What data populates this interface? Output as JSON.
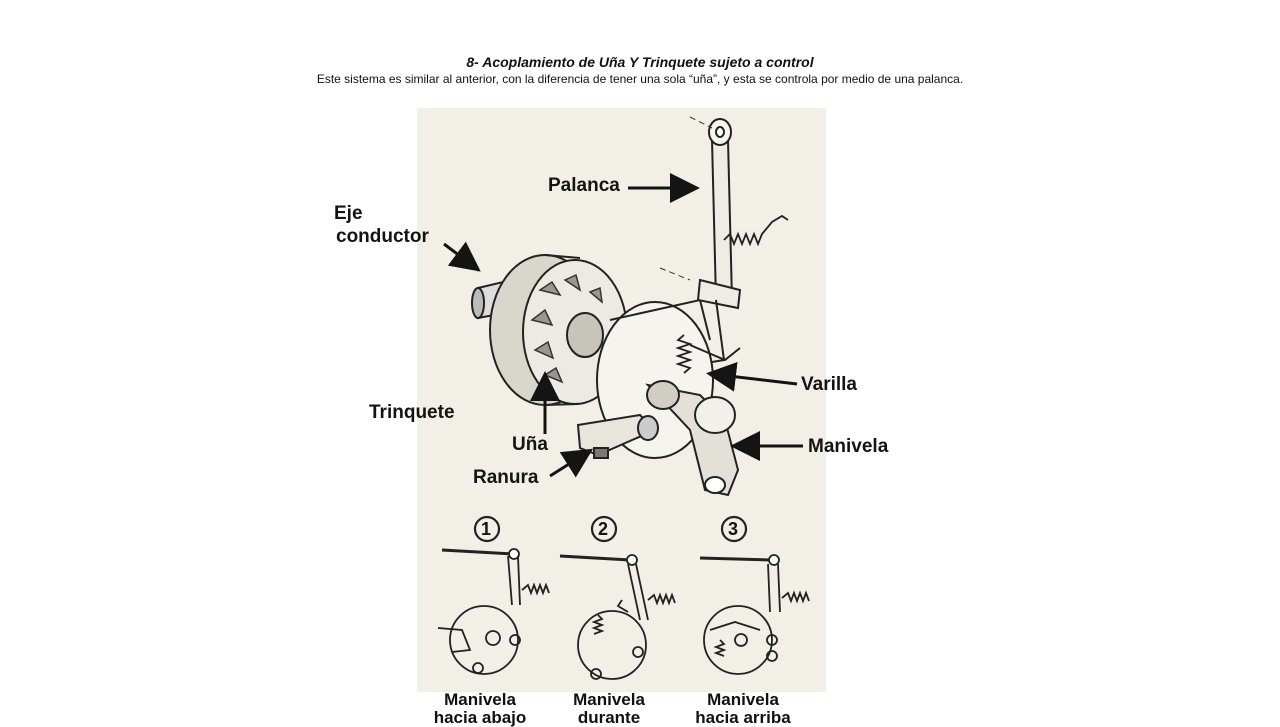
{
  "header": {
    "title": "8- Acoplamiento de Uña Y Trinquete sujeto a control",
    "subtitle": "Este sistema es similar al anterior, con la diferencia de tener una sola “uña”, y esta se controla por medio de una palanca."
  },
  "labels": {
    "palanca": "Palanca",
    "eje_line1": "Eje",
    "eje_line2": "conductor",
    "varilla": "Varilla",
    "trinquete": "Trinquete",
    "una": "Uña",
    "manivela": "Manivela",
    "ranura": "Ranura"
  },
  "steps": [
    {
      "number": "1",
      "caption_line1": "Manivela",
      "caption_line2": "hacia  abajo"
    },
    {
      "number": "2",
      "caption_line1": "Manivela",
      "caption_line2": "durante"
    },
    {
      "number": "3",
      "caption_line1": "Manivela",
      "caption_line2": "hacia  arriba"
    }
  ],
  "colors": {
    "figure_background": "#f2efe6",
    "ink": "#141414"
  }
}
